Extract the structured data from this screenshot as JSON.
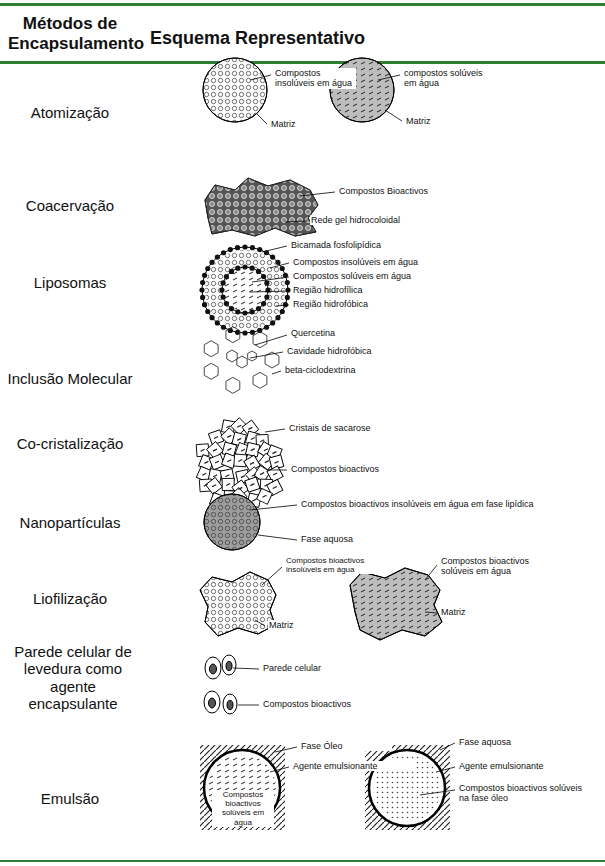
{
  "diagram": {
    "labels": [
      "Métodos de Encapsulamento",
      "Esquema Representativo",
      "Atomização",
      "Compostos insolúveis em água",
      "compostos solúveis em água",
      "Matriz",
      "Matriz",
      "Coacervação",
      "Compostos Bioactivos",
      "Rede gel hidrocoloidal",
      "Liposomas",
      "Bicamada fosfolipídica",
      "Compostos insolúveis em água",
      "Compostos solúveis em água",
      "Região hidrofílica",
      "Região hidrofóbica",
      "Inclusão Molecular",
      "Quercetina",
      "Cavidade hidrofóbica",
      "beta-ciclodextrina",
      "Co-cristalização",
      "Cristais de sacarose",
      "Compostos bioactivos",
      "Nanopartículas",
      "Compostos bioactivos insolúveis em água em fase lipídica",
      "Fase aquosa",
      "Liofilização",
      "Compostos bioactivos insolúveis em água",
      "Compostos bioactivos solúveis em água",
      "Matriz",
      "Matriz",
      "Parede celular de levedura como agente encapsulante",
      "Parede celular",
      "Compostos bioactivos",
      "Emulsão",
      "Fase Óleo",
      "Agente emulsionante",
      "Compostos bioactivos solúveis em água",
      "Fase aquosa",
      "Agente emulsionante",
      "Compostos bioactivos solúveis na fase óleo"
    ]
  }
}
